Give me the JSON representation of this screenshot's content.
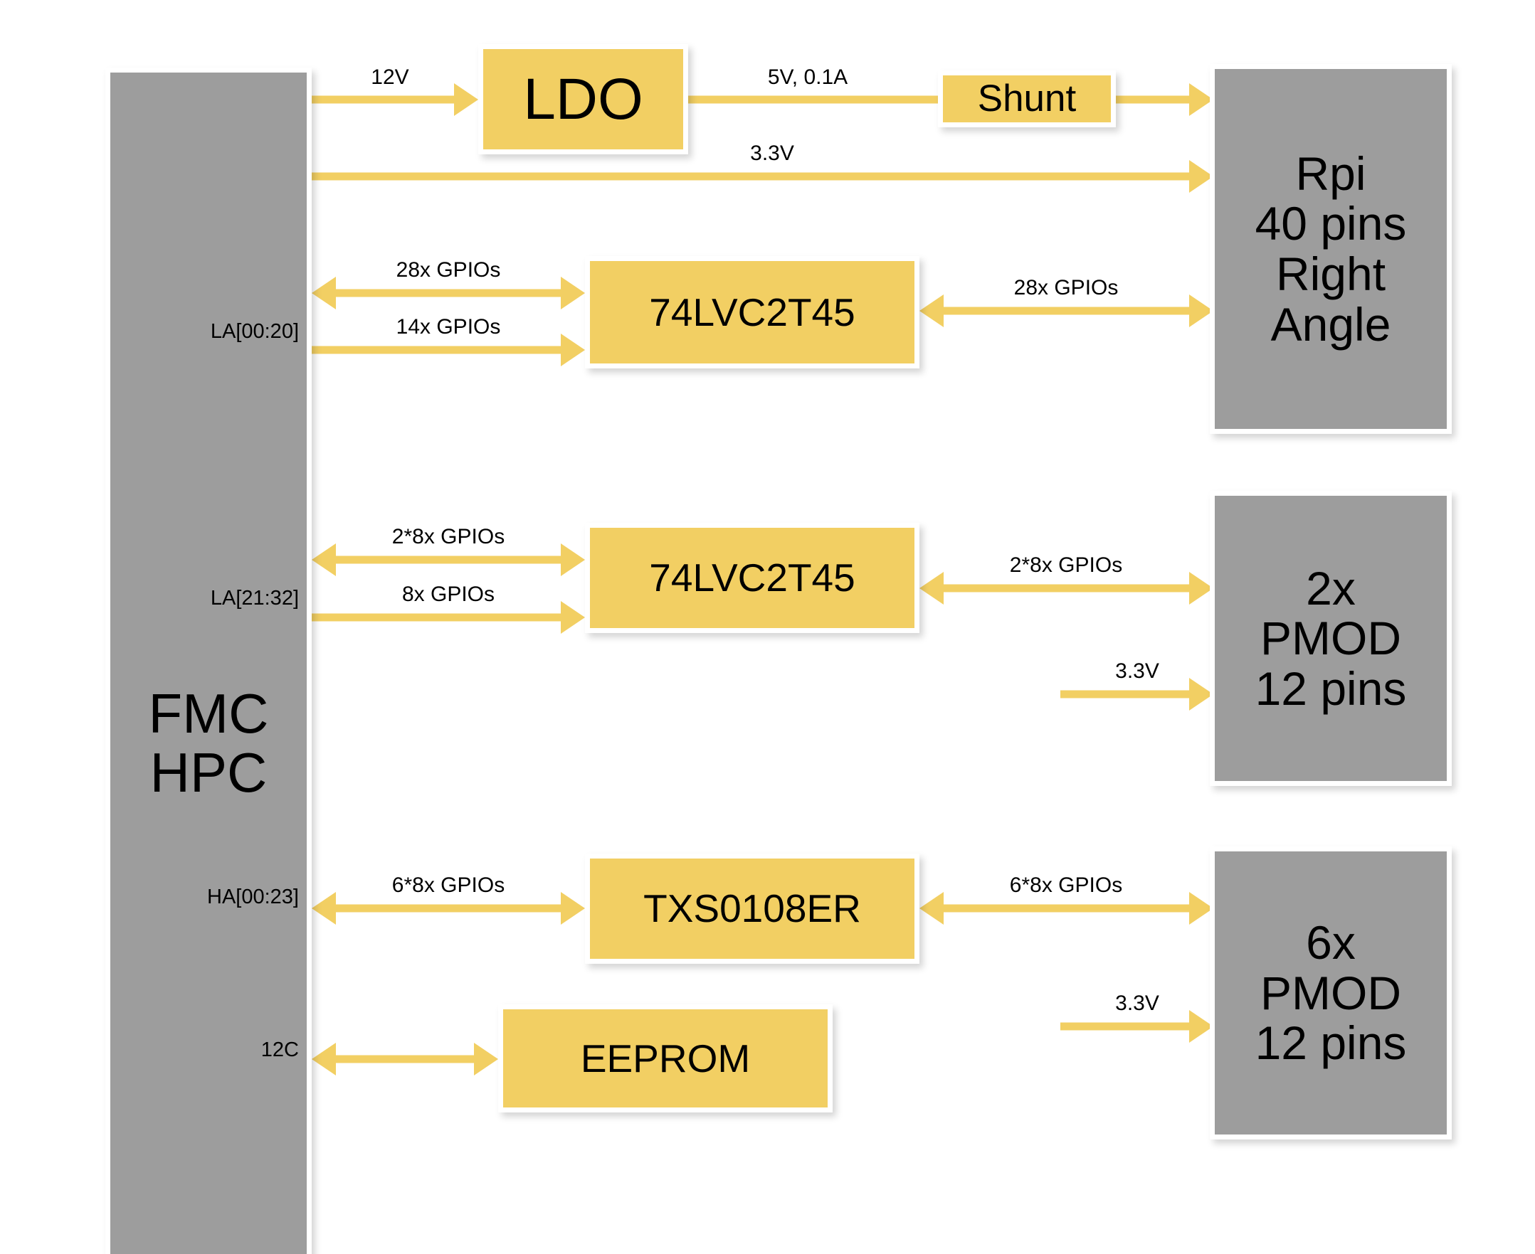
{
  "diagram": {
    "title": "FMC HPC to Rpi / PMOD level-shifter block diagram",
    "colors": {
      "block_gray": "#9d9d9d",
      "block_yellow": "#f2cf63",
      "arrow": "#f2cf63",
      "background": "#ffffff",
      "text": "#000000"
    }
  },
  "blocks": {
    "fmc": {
      "label": "FMC\nHPC",
      "type": "connector",
      "fill": "gray"
    },
    "ldo": {
      "label": "LDO",
      "type": "component",
      "fill": "yellow"
    },
    "shunt": {
      "label": "Shunt",
      "type": "component",
      "fill": "yellow"
    },
    "rpi": {
      "label": "Rpi\n40 pins\nRight\nAngle",
      "type": "connector",
      "fill": "gray"
    },
    "buffer_top": {
      "label": "74LVC2T45",
      "type": "component",
      "fill": "yellow"
    },
    "buffer_mid": {
      "label": "74LVC2T45",
      "type": "component",
      "fill": "yellow"
    },
    "pmod_2x": {
      "label": "2x\nPMOD\n12 pins",
      "type": "connector",
      "fill": "gray"
    },
    "level_shifter": {
      "label": "TXS0108ER",
      "type": "component",
      "fill": "yellow"
    },
    "eeprom": {
      "label": "EEPROM",
      "type": "component",
      "fill": "yellow"
    },
    "pmod_6x": {
      "label": "6x\nPMOD\n12 pins",
      "type": "connector",
      "fill": "gray"
    }
  },
  "ports": {
    "la_00_20": "LA[00:20]",
    "la_21_32": "LA[21:32]",
    "ha_00_23": "HA[00:23]",
    "i2c": "12C"
  },
  "connections": [
    {
      "id": "fmc-to-ldo",
      "label": "12V",
      "direction": "right"
    },
    {
      "id": "ldo-to-shunt",
      "label": "5V, 0.1A",
      "direction": "none"
    },
    {
      "id": "shunt-to-rpi",
      "label": "",
      "direction": "right"
    },
    {
      "id": "fmc-to-rpi-33v",
      "label": "3.3V",
      "direction": "right"
    },
    {
      "id": "fmc-to-buffertop-28",
      "label": "28x GPIOs",
      "direction": "both"
    },
    {
      "id": "fmc-to-buffertop-14",
      "label": "14x GPIOs",
      "direction": "right"
    },
    {
      "id": "buffertop-to-rpi-28",
      "label": "28x GPIOs",
      "direction": "both"
    },
    {
      "id": "fmc-to-buffermid-2x8",
      "label": "2*8x GPIOs",
      "direction": "both"
    },
    {
      "id": "fmc-to-buffermid-8",
      "label": "8x GPIOs",
      "direction": "right"
    },
    {
      "id": "buffermid-to-pmod2x",
      "label": "2*8x GPIOs",
      "direction": "both"
    },
    {
      "id": "pmod2x-33v",
      "label": "3.3V",
      "direction": "right"
    },
    {
      "id": "fmc-to-txs-6x8",
      "label": "6*8x GPIOs",
      "direction": "both"
    },
    {
      "id": "txs-to-pmod6x-6x8",
      "label": "6*8x GPIOs",
      "direction": "both"
    },
    {
      "id": "pmod6x-33v",
      "label": "3.3V",
      "direction": "right"
    },
    {
      "id": "fmc-to-eeprom",
      "label": "",
      "direction": "both"
    }
  ]
}
